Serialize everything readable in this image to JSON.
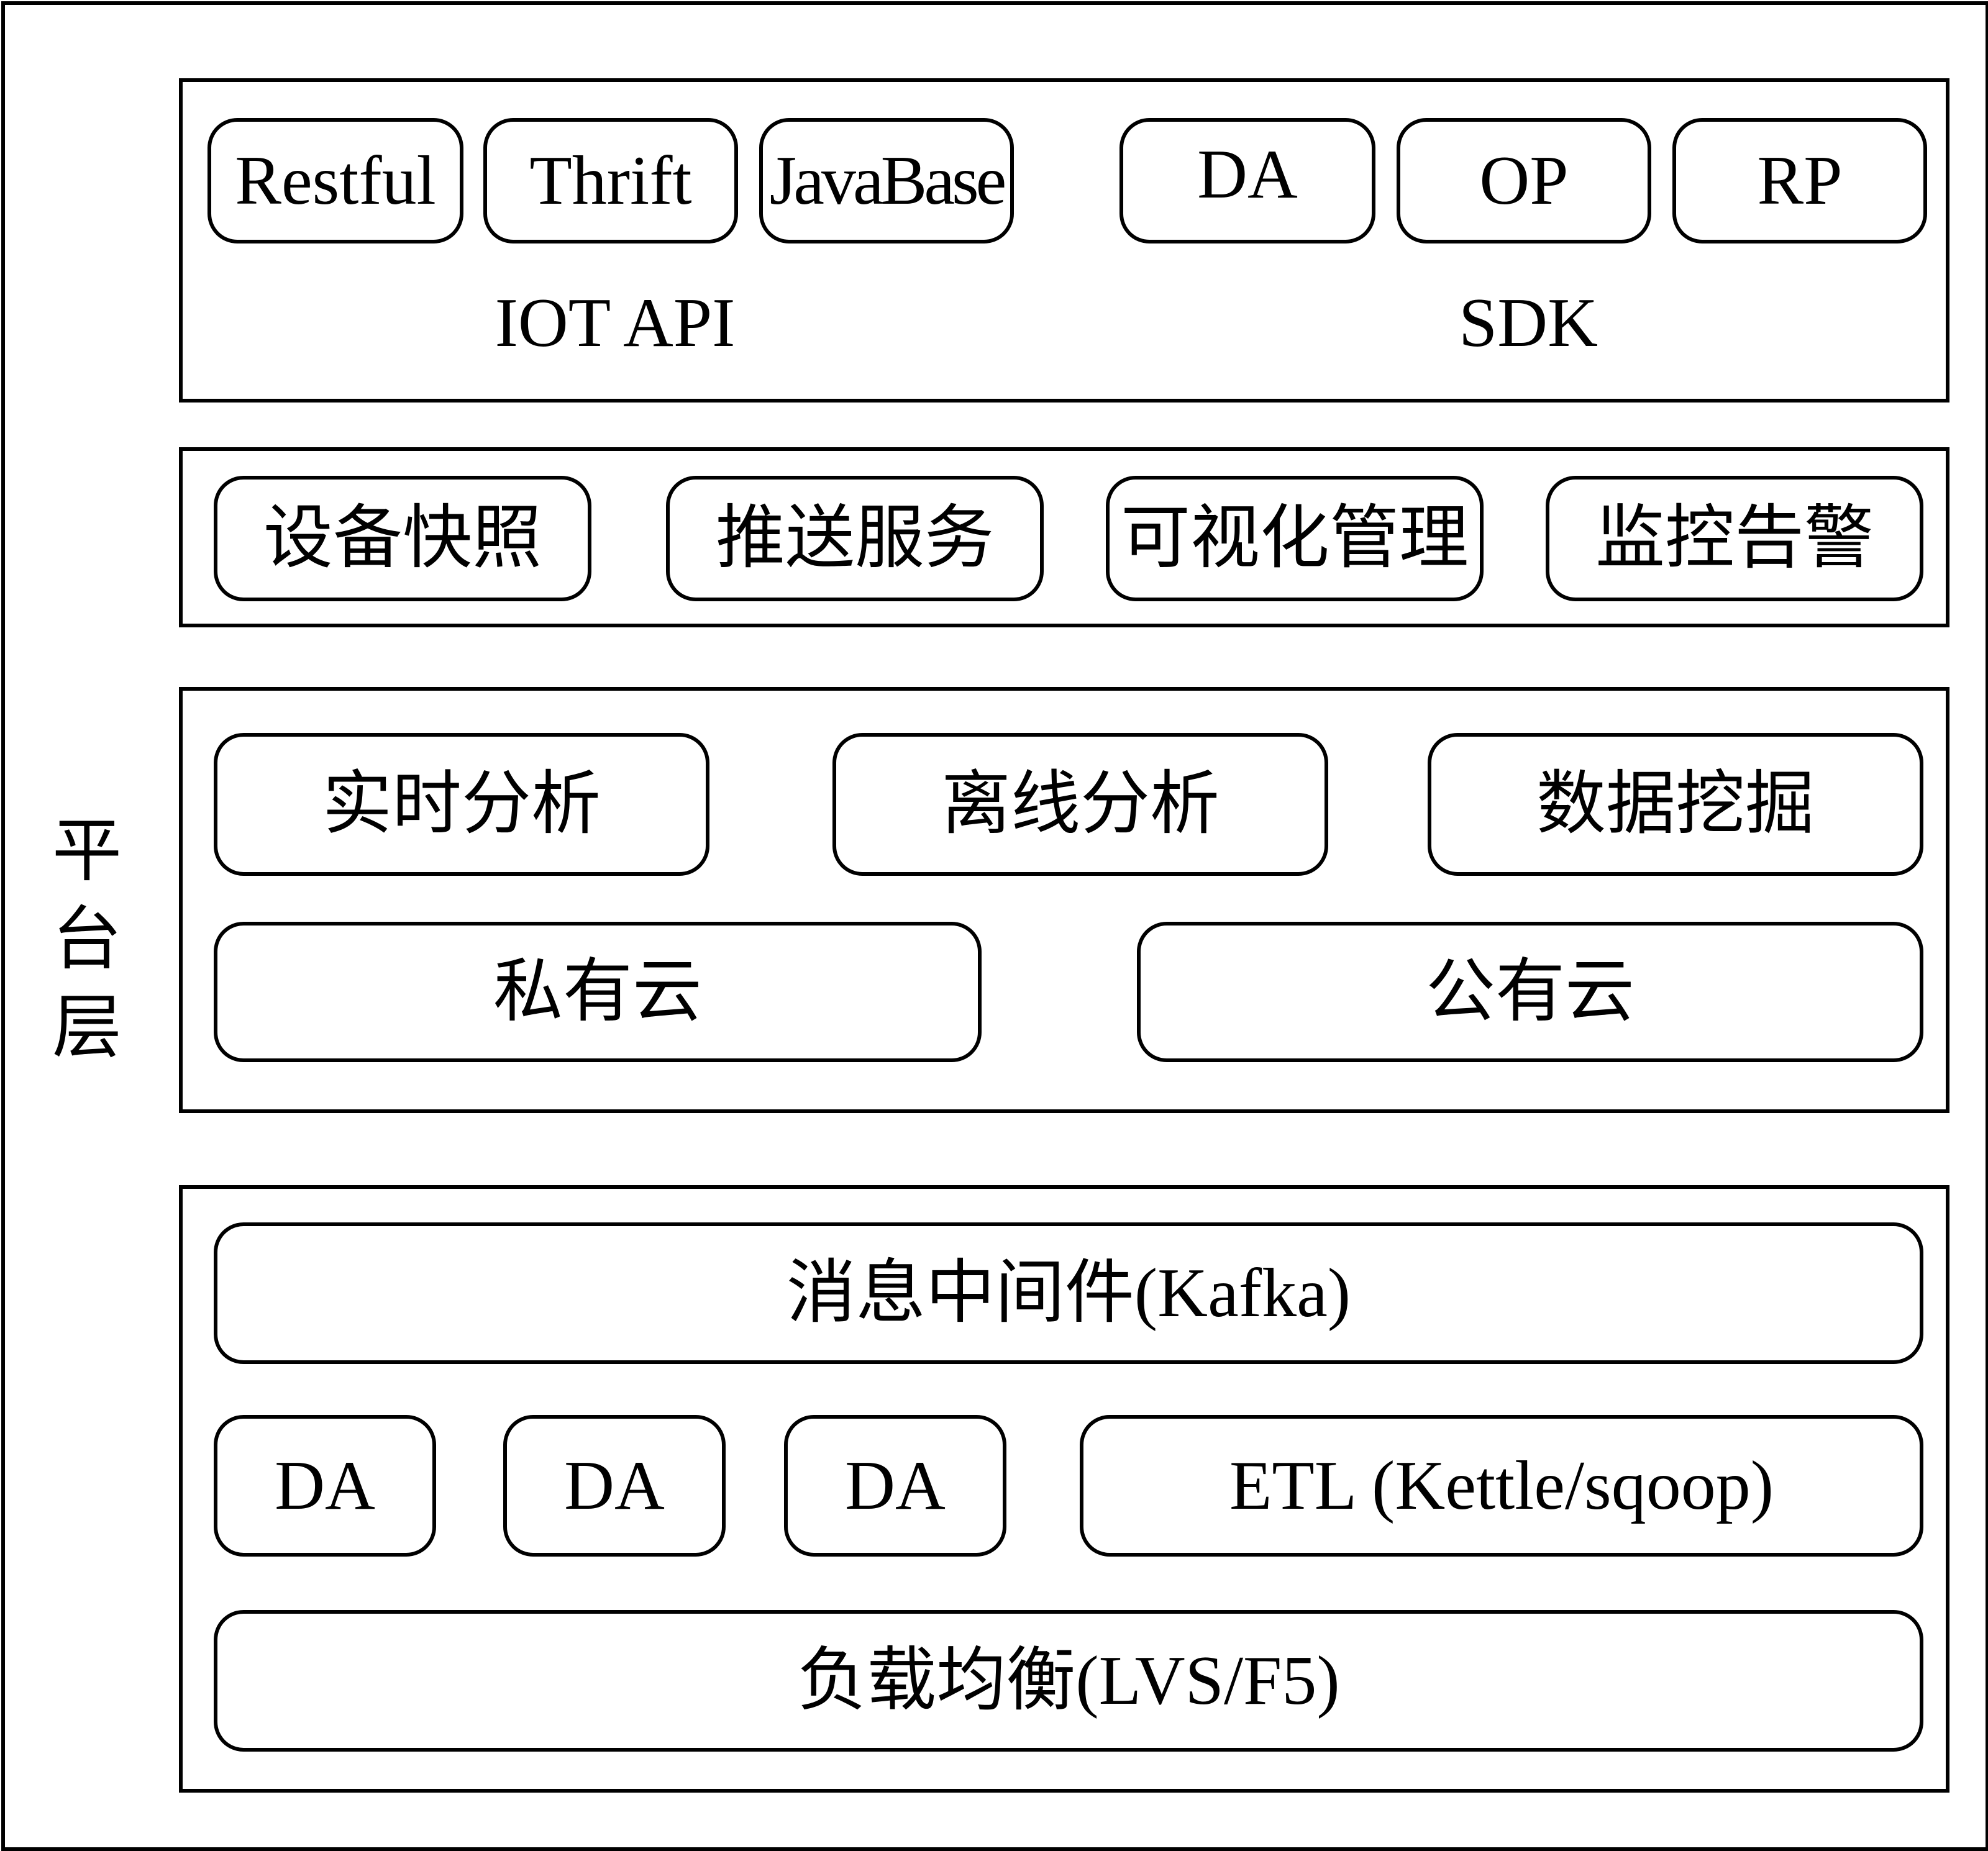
{
  "side_label": [
    "平",
    "台",
    "层"
  ],
  "api_layer": {
    "api_items": [
      "Restful",
      "Thrift",
      "JavaBase"
    ],
    "api_label": "IOT API",
    "sdk_items": [
      "DA",
      "OP",
      "RP"
    ],
    "sdk_label": "SDK"
  },
  "service_layer": {
    "items": [
      "设备快照",
      "推送服务",
      "可视化管理",
      "监控告警"
    ]
  },
  "analysis_layer": {
    "items": [
      "实时分析",
      "离线分析",
      "数据挖掘"
    ],
    "clouds": [
      "私有云",
      "公有云"
    ]
  },
  "data_layer": {
    "mq": "消息中间件(Kafka)",
    "da_items": [
      "DA",
      "DA",
      "DA"
    ],
    "etl": "ETL (Kettle/sqoop)",
    "lb": "负载均衡(LVS/F5)"
  }
}
